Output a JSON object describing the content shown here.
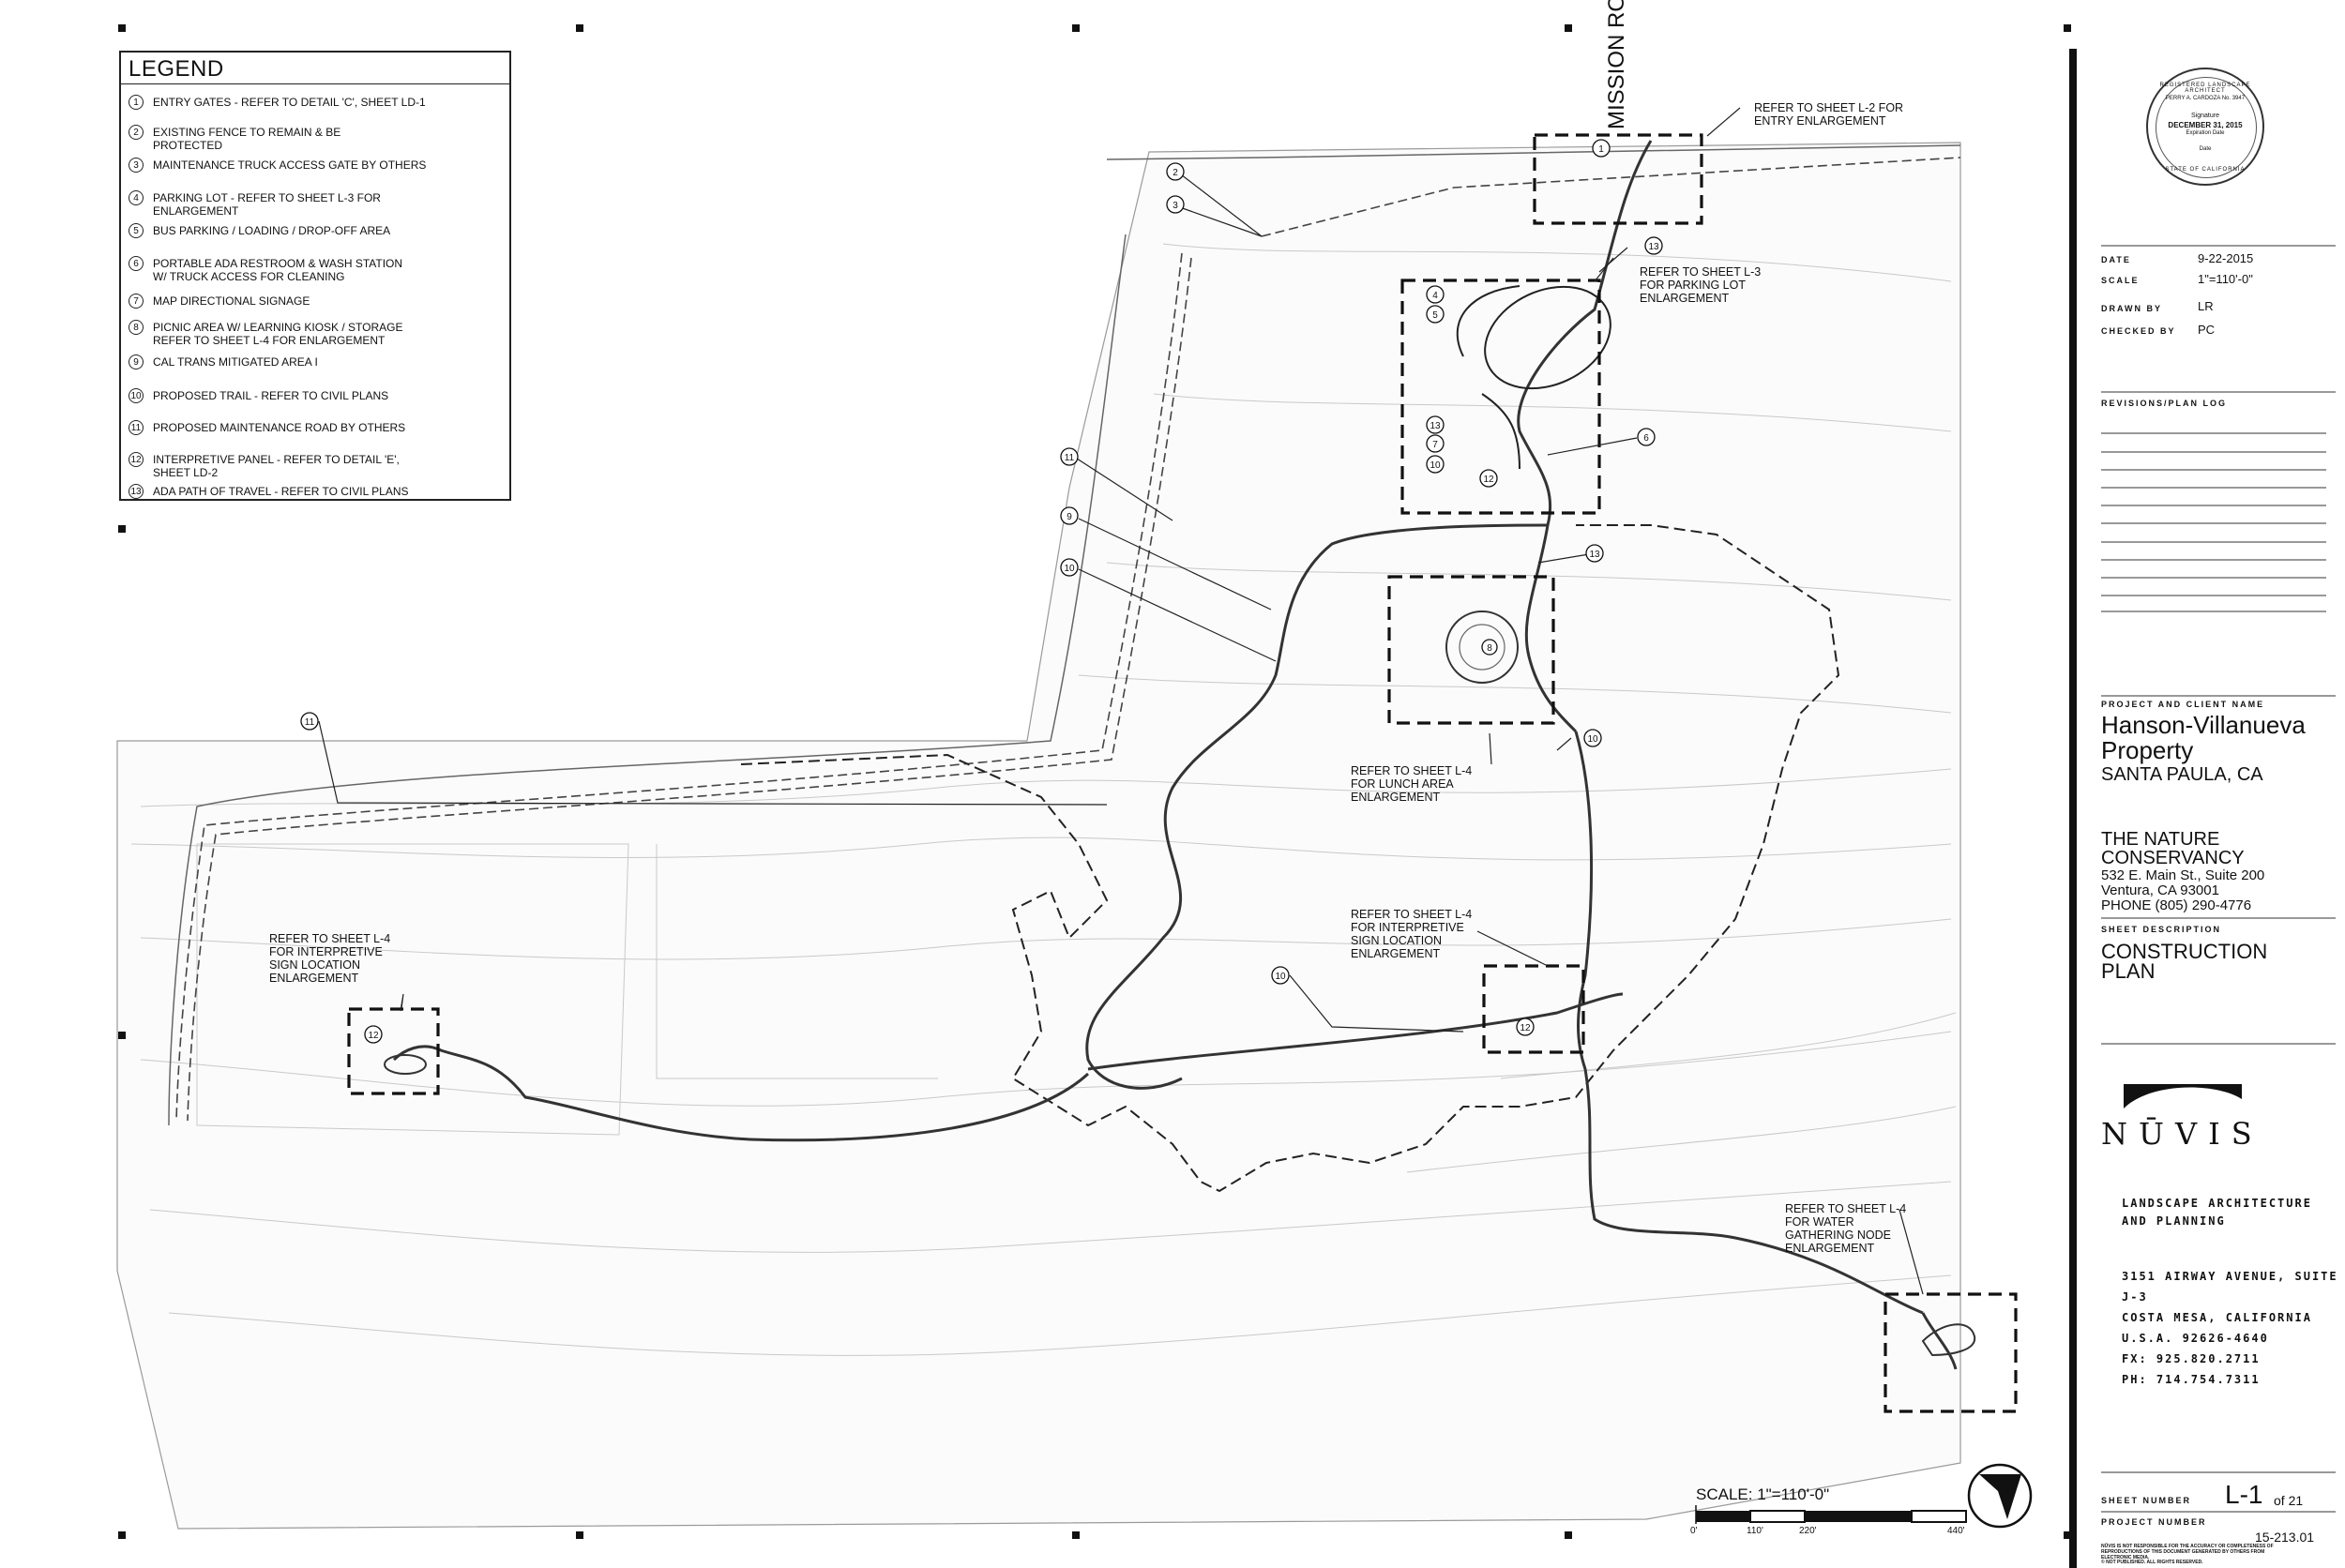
{
  "legend": {
    "title": "LEGEND",
    "items": [
      {
        "num": "1",
        "text": "ENTRY GATES - REFER TO DETAIL 'C', SHEET LD-1"
      },
      {
        "num": "2",
        "text": "EXISTING FENCE TO REMAIN & BE\nPROTECTED"
      },
      {
        "num": "3",
        "text": "MAINTENANCE TRUCK ACCESS GATE BY OTHERS"
      },
      {
        "num": "4",
        "text": "PARKING LOT - REFER TO SHEET L-3 FOR\nENLARGEMENT"
      },
      {
        "num": "5",
        "text": "BUS PARKING / LOADING / DROP-OFF AREA"
      },
      {
        "num": "6",
        "text": "PORTABLE ADA RESTROOM & WASH STATION\nW/ TRUCK ACCESS FOR CLEANING"
      },
      {
        "num": "7",
        "text": "MAP DIRECTIONAL SIGNAGE"
      },
      {
        "num": "8",
        "text": "PICNIC AREA W/ LEARNING KIOSK / STORAGE\nREFER TO SHEET L-4 FOR ENLARGEMENT"
      },
      {
        "num": "9",
        "text": "CAL TRANS MITIGATED AREA I"
      },
      {
        "num": "10",
        "text": "PROPOSED TRAIL - REFER TO CIVIL PLANS"
      },
      {
        "num": "11",
        "text": "PROPOSED MAINTENANCE ROAD BY OTHERS"
      },
      {
        "num": "12",
        "text": "INTERPRETIVE PANEL  - REFER TO DETAIL 'E',\nSHEET LD-2"
      },
      {
        "num": "13",
        "text": "ADA PATH OF TRAVEL - REFER TO CIVIL PLANS"
      }
    ]
  },
  "road_label": "MISSION\nROCK\nROAD",
  "callouts": {
    "entry": "REFER TO SHEET L-2 FOR\nENTRY ENLARGEMENT",
    "parking": "REFER TO SHEET L-3\nFOR PARKING LOT\nENLARGEMENT",
    "lunch": "REFER TO SHEET L-4\nFOR LUNCH AREA\nENLARGEMENT",
    "sign_center": "REFER TO SHEET L-4\nFOR INTERPRETIVE\nSIGN LOCATION\nENLARGEMENT",
    "sign_left": "REFER TO SHEET L-4\nFOR INTERPRETIVE\nSIGN LOCATION\nENLARGEMENT",
    "water": "REFER TO SHEET L-4\nFOR WATER\nGATHERING NODE\nENLARGEMENT"
  },
  "markers": {
    "m1": "1",
    "m2": "2",
    "m3": "3",
    "m4": "4",
    "m5": "5",
    "m6": "6",
    "m7": "7",
    "m8": "8",
    "m9": "9",
    "m10a": "10",
    "m10b": "10",
    "m10c": "10",
    "m10d": "10",
    "m11a": "11",
    "m11b": "11",
    "m12a": "12",
    "m12b": "12",
    "m12c": "12",
    "m13a": "13",
    "m13b": "13",
    "m13c": "13"
  },
  "scale": {
    "label": "SCALE: 1\"=110'-0\"",
    "ticks": [
      "0'",
      "110'",
      "220'",
      "440'"
    ]
  },
  "seal": {
    "ring": "REGISTERED LANDSCAPE ARCHITECT",
    "bottom": "STATE OF CALIFORNIA",
    "name": "PERRY A. CARDOZA No. 3947",
    "signature": "Signature",
    "expiry": "DECEMBER 31, 2015",
    "expiry_label": "Expiration Date",
    "date_label": "Date"
  },
  "titleblock": {
    "date_label": "DATE",
    "date": "9-22-2015",
    "scale_label": "SCALE",
    "scale": "1\"=110'-0\"",
    "drawn_label": "DRAWN BY",
    "drawn": "LR",
    "checked_label": "CHECKED BY",
    "checked": "PC",
    "revisions_label": "REVISIONS/PLAN LOG",
    "project_label": "PROJECT AND CLIENT NAME",
    "project_name": "Hanson-Villanueva\nProperty",
    "project_location": "SANTA PAULA, CA",
    "client_name": "THE NATURE\nCONSERVANCY",
    "client_address": "532 E. Main St., Suite 200\nVentura, CA 93001\nPHONE (805) 290-4776",
    "sheet_desc_label": "SHEET DESCRIPTION",
    "sheet_desc": "CONSTRUCTION\nPLAN",
    "firm_logo": "NŪVIS",
    "firm_tag": "LANDSCAPE ARCHITECTURE\nAND PLANNING",
    "firm_address": "3151 AIRWAY AVENUE, SUITE J-3\nCOSTA MESA, CALIFORNIA\nU.S.A. 92626-4640\nFX: 925.820.2711\nPH: 714.754.7311",
    "sheet_number_label": "SHEET NUMBER",
    "sheet_number": "L-1",
    "sheet_of": "of 21",
    "project_number_label": "PROJECT NUMBER",
    "project_number": "15-213.01",
    "disclaimer": "NŪVIS IS NOT RESPONSIBLE FOR THE ACCURACY OR COMPLETENESS OF\nREPRODUCTIONS OF THIS DOCUMENT GENERATED BY OTHERS FROM\nELECTRONIC MEDIA.",
    "copyright": "© NOT PUBLISHED.  ALL RIGHTS RESERVED."
  }
}
